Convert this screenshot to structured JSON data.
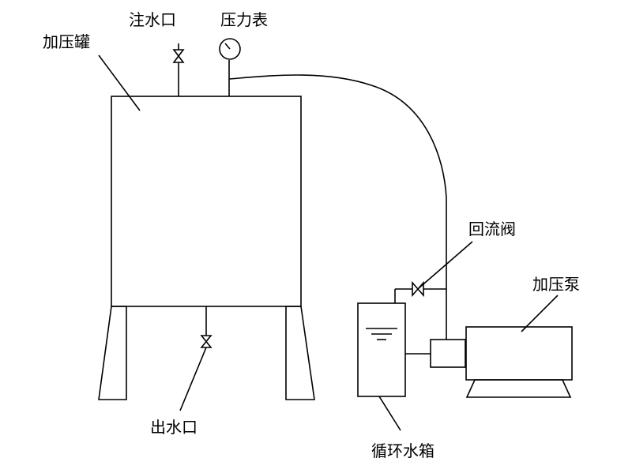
{
  "labels": {
    "tank": "加压罐",
    "inlet": "注水口",
    "gauge": "压力表",
    "outlet": "出水口",
    "return_valve": "回流阀",
    "pump": "加压泵",
    "water_tank": "循环水箱"
  },
  "colors": {
    "stroke": "#000000",
    "background": "#ffffff"
  }
}
